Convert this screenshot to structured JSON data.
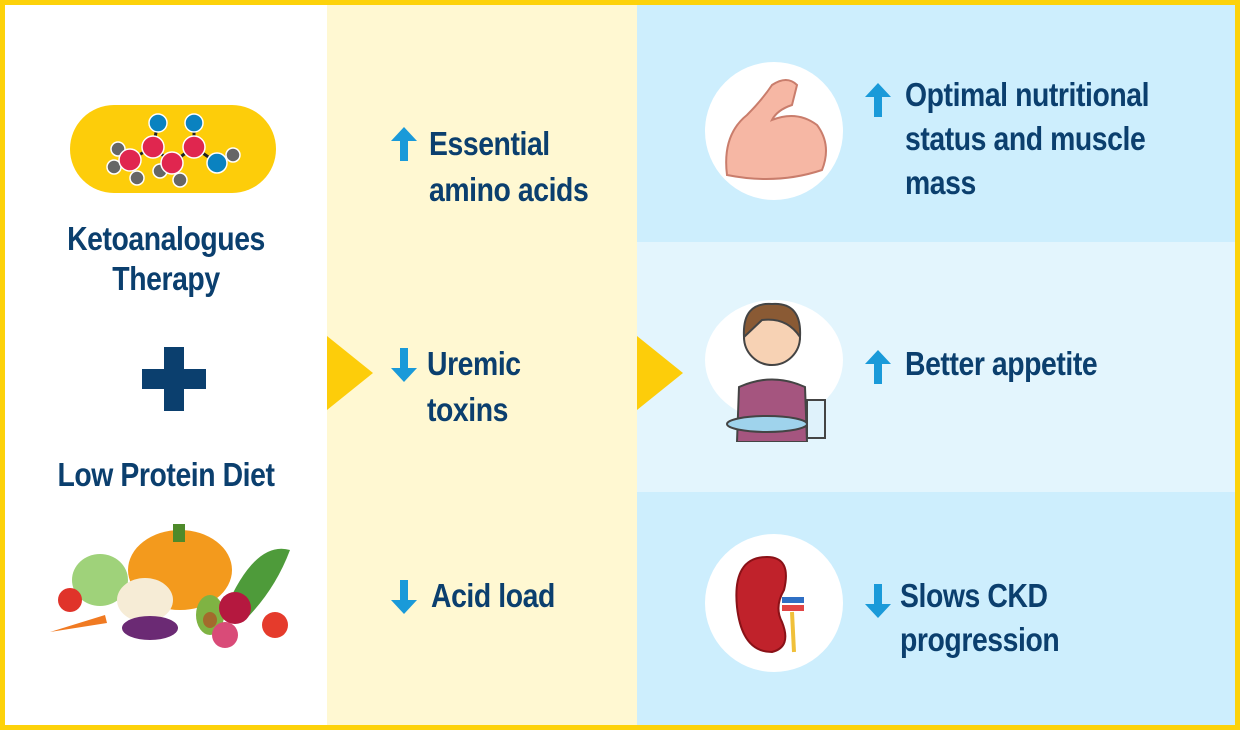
{
  "colors": {
    "border": "#fdd20a",
    "text": "#0b3f6e",
    "arrow": "#1a9ad9",
    "middle_bg": "#fff8d2",
    "right_bg_dark": "#cdeefd",
    "right_bg_light": "#e3f5fd"
  },
  "left": {
    "therapy": [
      "Ketoanalogues",
      "Therapy"
    ],
    "plus_icon": "plus-icon",
    "diet": "Low Protein Diet"
  },
  "middle": [
    {
      "direction": "up",
      "lines": [
        "Essential",
        "amino acids"
      ]
    },
    {
      "direction": "down",
      "lines": [
        "Uremic",
        "toxins"
      ]
    },
    {
      "direction": "down",
      "lines": [
        "Acid load"
      ]
    }
  ],
  "outcomes": [
    {
      "direction": "up",
      "icon": "muscle-icon",
      "lines": [
        "Optimal nutritional",
        "status and muscle",
        "mass"
      ]
    },
    {
      "direction": "up",
      "icon": "eating-person-icon",
      "lines": [
        "Better appetite"
      ]
    },
    {
      "direction": "down",
      "icon": "kidney-icon",
      "lines": [
        "Slows CKD",
        "progression"
      ]
    }
  ]
}
